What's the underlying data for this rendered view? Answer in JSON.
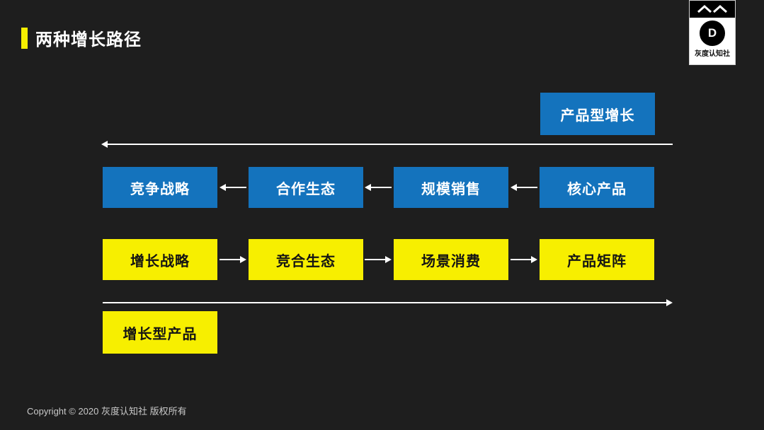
{
  "slide": {
    "title": "两种增长路径",
    "footer": "Copyright © 2020 灰度认知社 版权所有"
  },
  "logo": {
    "name": "灰度认知社",
    "emblem_letter": "D"
  },
  "diagram": {
    "top_label": "产品型增长",
    "blue_row": [
      "竞争战略",
      "合作生态",
      "规模销售",
      "核心产品"
    ],
    "yellow_row": [
      "增长战略",
      "竞合生态",
      "场景消费",
      "产品矩阵"
    ],
    "bottom_label": "增长型产品",
    "colors": {
      "background": "#1e1e1e",
      "blue": "#1473bd",
      "yellow": "#f7ef00",
      "arrow": "#ffffff"
    }
  }
}
